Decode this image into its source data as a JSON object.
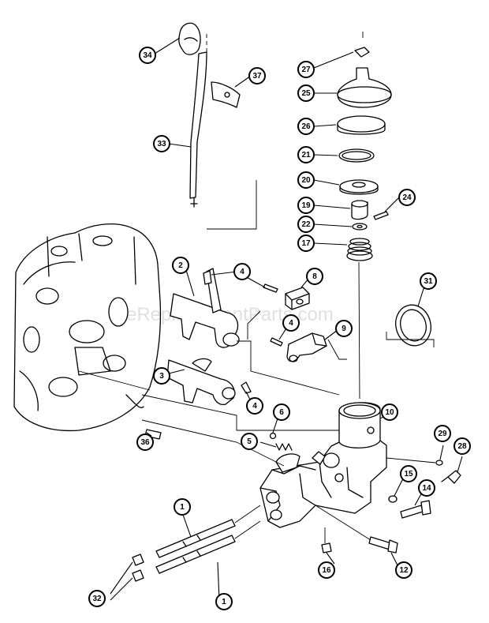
{
  "watermark": "eReplacementParts.com",
  "callouts": [
    "34",
    "37",
    "33",
    "27",
    "25",
    "26",
    "21",
    "20",
    "19",
    "24",
    "22",
    "17",
    "2",
    "4",
    "8",
    "4",
    "9",
    "31",
    "3",
    "4",
    "6",
    "10",
    "5",
    "36",
    "29",
    "28",
    "15",
    "14",
    "1",
    "1",
    "32",
    "16",
    "12"
  ],
  "colors": {
    "ink": "#000000",
    "paper": "#ffffff",
    "watermark": "#c8c8c8"
  }
}
